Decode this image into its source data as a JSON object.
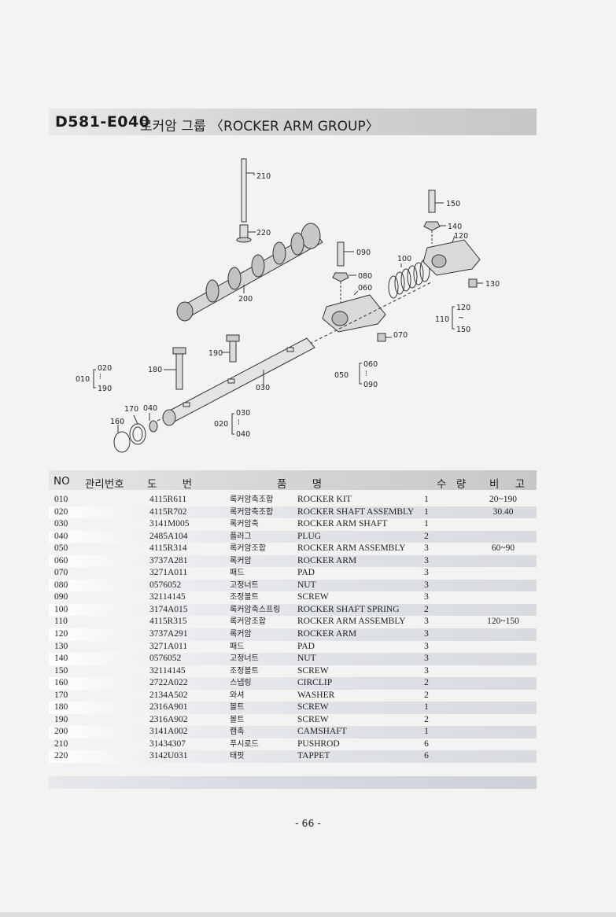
{
  "header": {
    "code": "D581-E040",
    "title": "로커암 그룹 〈ROCKER ARM GROUP〉"
  },
  "diagram": {
    "callouts": {
      "c210": "210",
      "c220": "220",
      "c200": "200",
      "c090": "090",
      "c080": "080",
      "c060": "060",
      "c100": "100",
      "c150": "150",
      "c140": "140",
      "c120": "120",
      "c130": "130",
      "c070": "070",
      "c190": "190",
      "c180": "180",
      "c030": "030",
      "c170": "170",
      "c040": "040",
      "c160": "160"
    },
    "ranges": {
      "r010": {
        "label": "010",
        "from": "020",
        "sep": "⁝",
        "to": "190"
      },
      "r020": {
        "label": "020",
        "from": "030",
        "sep": "⁝",
        "to": "040"
      },
      "r050": {
        "label": "050",
        "from": "060",
        "sep": "⁝",
        "to": "090"
      },
      "r110": {
        "label": "110",
        "from": "120",
        "sep": "~",
        "to": "150"
      }
    }
  },
  "table": {
    "headers": {
      "no": "NO",
      "mgmt": "관리번호",
      "drawing": "도 번",
      "name": "품 명",
      "qty": "수 량",
      "remark": "비 고"
    },
    "rows": [
      {
        "no": "010",
        "part": "4115R611",
        "kr": "록커암축조합",
        "en": "ROCKER KIT",
        "qty": "1",
        "remark": "20~190"
      },
      {
        "no": "020",
        "part": "4115R702",
        "kr": "록커암축조합",
        "en": "ROCKER SHAFT ASSEMBLY",
        "qty": "1",
        "remark": "30.40"
      },
      {
        "no": "030",
        "part": "3141M005",
        "kr": "록커암축",
        "en": "ROCKER ARM SHAFT",
        "qty": "1",
        "remark": ""
      },
      {
        "no": "040",
        "part": "2485A104",
        "kr": "플러그",
        "en": "PLUG",
        "qty": "2",
        "remark": ""
      },
      {
        "no": "050",
        "part": "4115R314",
        "kr": "록커암조합",
        "en": "ROCKER ARM ASSEMBLY",
        "qty": "3",
        "remark": "60~90"
      },
      {
        "no": "060",
        "part": "3737A281",
        "kr": "록커암",
        "en": "ROCKER ARM",
        "qty": "3",
        "remark": ""
      },
      {
        "no": "070",
        "part": "3271A011",
        "kr": "패드",
        "en": "PAD",
        "qty": "3",
        "remark": ""
      },
      {
        "no": "080",
        "part": "0576052",
        "kr": "고정너트",
        "en": "NUT",
        "qty": "3",
        "remark": ""
      },
      {
        "no": "090",
        "part": "32114145",
        "kr": "조정볼트",
        "en": "SCREW",
        "qty": "3",
        "remark": ""
      },
      {
        "no": "100",
        "part": "3174A015",
        "kr": "록커암축스프링",
        "en": "ROCKER SHAFT SPRING",
        "qty": "2",
        "remark": ""
      },
      {
        "no": "110",
        "part": "4115R315",
        "kr": "록커암조합",
        "en": "ROCKER ARM ASSEMBLY",
        "qty": "3",
        "remark": "120~150"
      },
      {
        "no": "120",
        "part": "3737A291",
        "kr": "록커암",
        "en": "ROCKER ARM",
        "qty": "3",
        "remark": ""
      },
      {
        "no": "130",
        "part": "3271A011",
        "kr": "패드",
        "en": "PAD",
        "qty": "3",
        "remark": ""
      },
      {
        "no": "140",
        "part": "0576052",
        "kr": "고정너트",
        "en": "NUT",
        "qty": "3",
        "remark": ""
      },
      {
        "no": "150",
        "part": "32114145",
        "kr": "조정볼트",
        "en": "SCREW",
        "qty": "3",
        "remark": ""
      },
      {
        "no": "160",
        "part": "2722A022",
        "kr": "스냅링",
        "en": "CIRCLIP",
        "qty": "2",
        "remark": ""
      },
      {
        "no": "170",
        "part": "2134A502",
        "kr": "와셔",
        "en": "WASHER",
        "qty": "2",
        "remark": ""
      },
      {
        "no": "180",
        "part": "2316A901",
        "kr": "볼트",
        "en": "SCREW",
        "qty": "1",
        "remark": ""
      },
      {
        "no": "190",
        "part": "2316A902",
        "kr": "볼트",
        "en": "SCREW",
        "qty": "2",
        "remark": ""
      },
      {
        "no": "200",
        "part": "3141A002",
        "kr": "캠축",
        "en": "CAMSHAFT",
        "qty": "1",
        "remark": ""
      },
      {
        "no": "210",
        "part": "31434307",
        "kr": "푸시로드",
        "en": "PUSHROD",
        "qty": "6",
        "remark": ""
      },
      {
        "no": "220",
        "part": "3142U031",
        "kr": "태핏",
        "en": "TAPPET",
        "qty": "6",
        "remark": ""
      }
    ]
  },
  "footer": {
    "page": "- 66 -"
  }
}
